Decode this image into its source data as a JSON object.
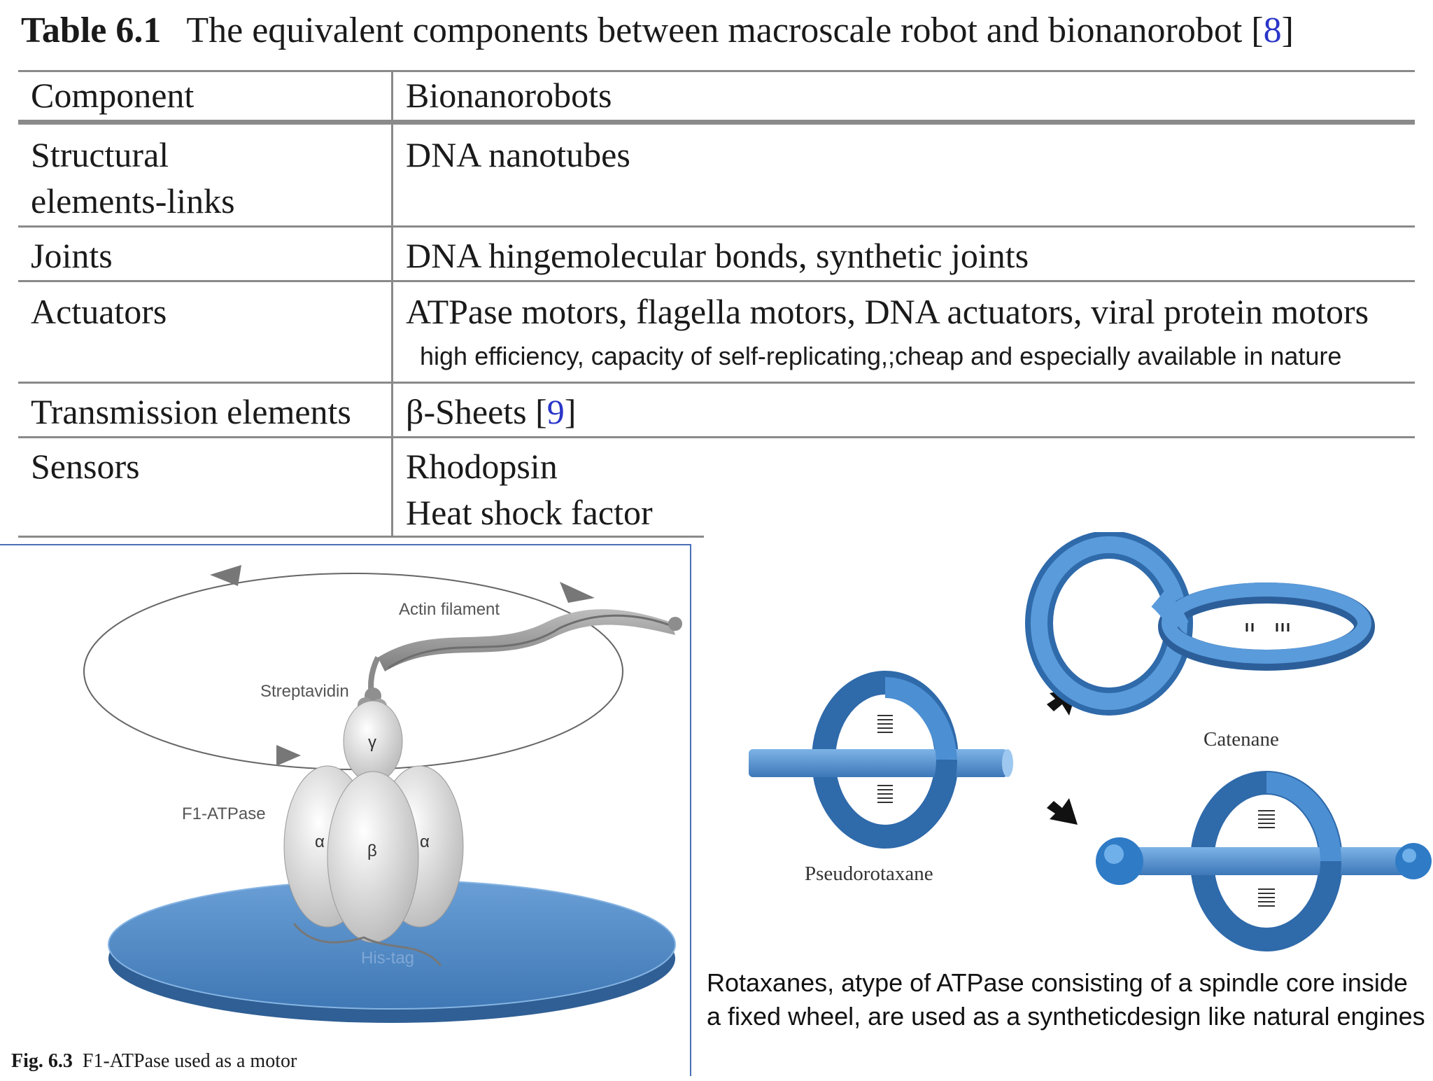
{
  "table": {
    "caption_label": "Table 6.1",
    "caption_text": "The equivalent components between macroscale robot and bionanorobot [",
    "caption_ref": "8",
    "caption_end": "]",
    "header": {
      "col1": "Component",
      "col2": "Bionanorobots"
    },
    "rows": [
      {
        "component_line1": "Structural",
        "component_line2": "elements-links",
        "value": "DNA nanotubes"
      },
      {
        "component": "Joints",
        "value": "DNA hingemolecular bonds, synthetic joints"
      },
      {
        "component": "Actuators",
        "value": "ATPase motors, flagella motors, DNA actuators, viral protein motors",
        "note": "high efficiency, capacity of self-replicating,;cheap and especially available in nature"
      },
      {
        "component": "Transmission elements",
        "value_prefix": "β-Sheets [",
        "value_ref": "9",
        "value_suffix": "]"
      },
      {
        "component": "Sensors",
        "value_line1": "Rhodopsin",
        "value_line2": "Heat shock factor"
      }
    ]
  },
  "figure": {
    "labels": {
      "actin": "Actin filament",
      "streptavidin": "Streptavidin",
      "gamma": "γ",
      "f1": "F1-ATPase",
      "alpha_left": "α",
      "beta": "β",
      "alpha_right": "α",
      "histag": "His-tag"
    },
    "caption_label": "Fig. 6.3",
    "caption_text": "F1-ATPase used as a motor"
  },
  "rotaxane": {
    "catenane_label": "Catenane",
    "pseudo_label": "Pseudorotaxane",
    "description": "Rotaxanes, atype of ATPase consisting of a spindle core inside a fixed wheel, are used as a syntheticdesign like natural engines"
  },
  "colors": {
    "ring_blue": "#4a8fd0",
    "disk_blue": "#5a93cc",
    "ref_blue": "#2a35c8"
  }
}
